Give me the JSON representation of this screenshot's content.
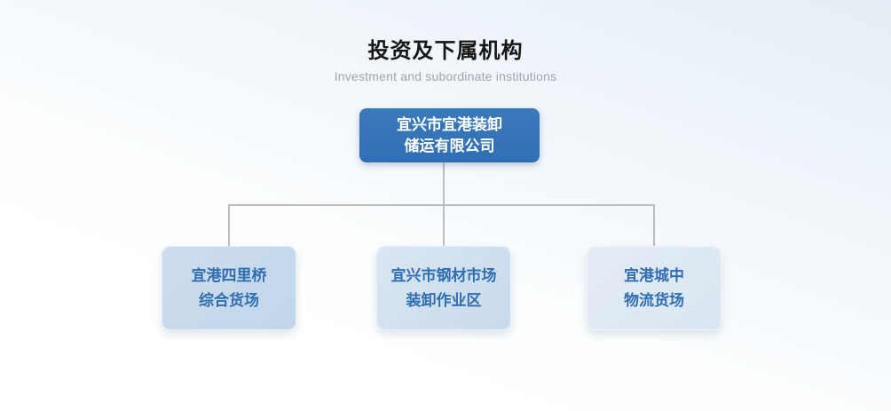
{
  "header": {
    "title": "投资及下属机构",
    "subtitle": "Investment and subordinate institutions"
  },
  "org_chart": {
    "type": "org-tree",
    "root": {
      "line1": "宜兴市宜港装卸",
      "line2": "储运有限公司"
    },
    "children": [
      {
        "line1": "宜港四里桥",
        "line2": "综合货场"
      },
      {
        "line1": "宜兴市钢材市场",
        "line2": "装卸作业区"
      },
      {
        "line1": "宜港城中",
        "line2": "物流货场"
      }
    ]
  },
  "colors": {
    "root_box": "#3273b7",
    "root_text": "#ffffff",
    "child_text": "#2f6eb0",
    "child_box_1": "#c6d9ec",
    "child_box_2": "#cfdeee",
    "child_box_3": "#dfe9f4",
    "connector_line": "#bdbdbd",
    "title_text": "#171717",
    "subtitle_text": "#a0a6ac",
    "background_top": "#e5eef6",
    "background_bottom": "#ffffff"
  }
}
